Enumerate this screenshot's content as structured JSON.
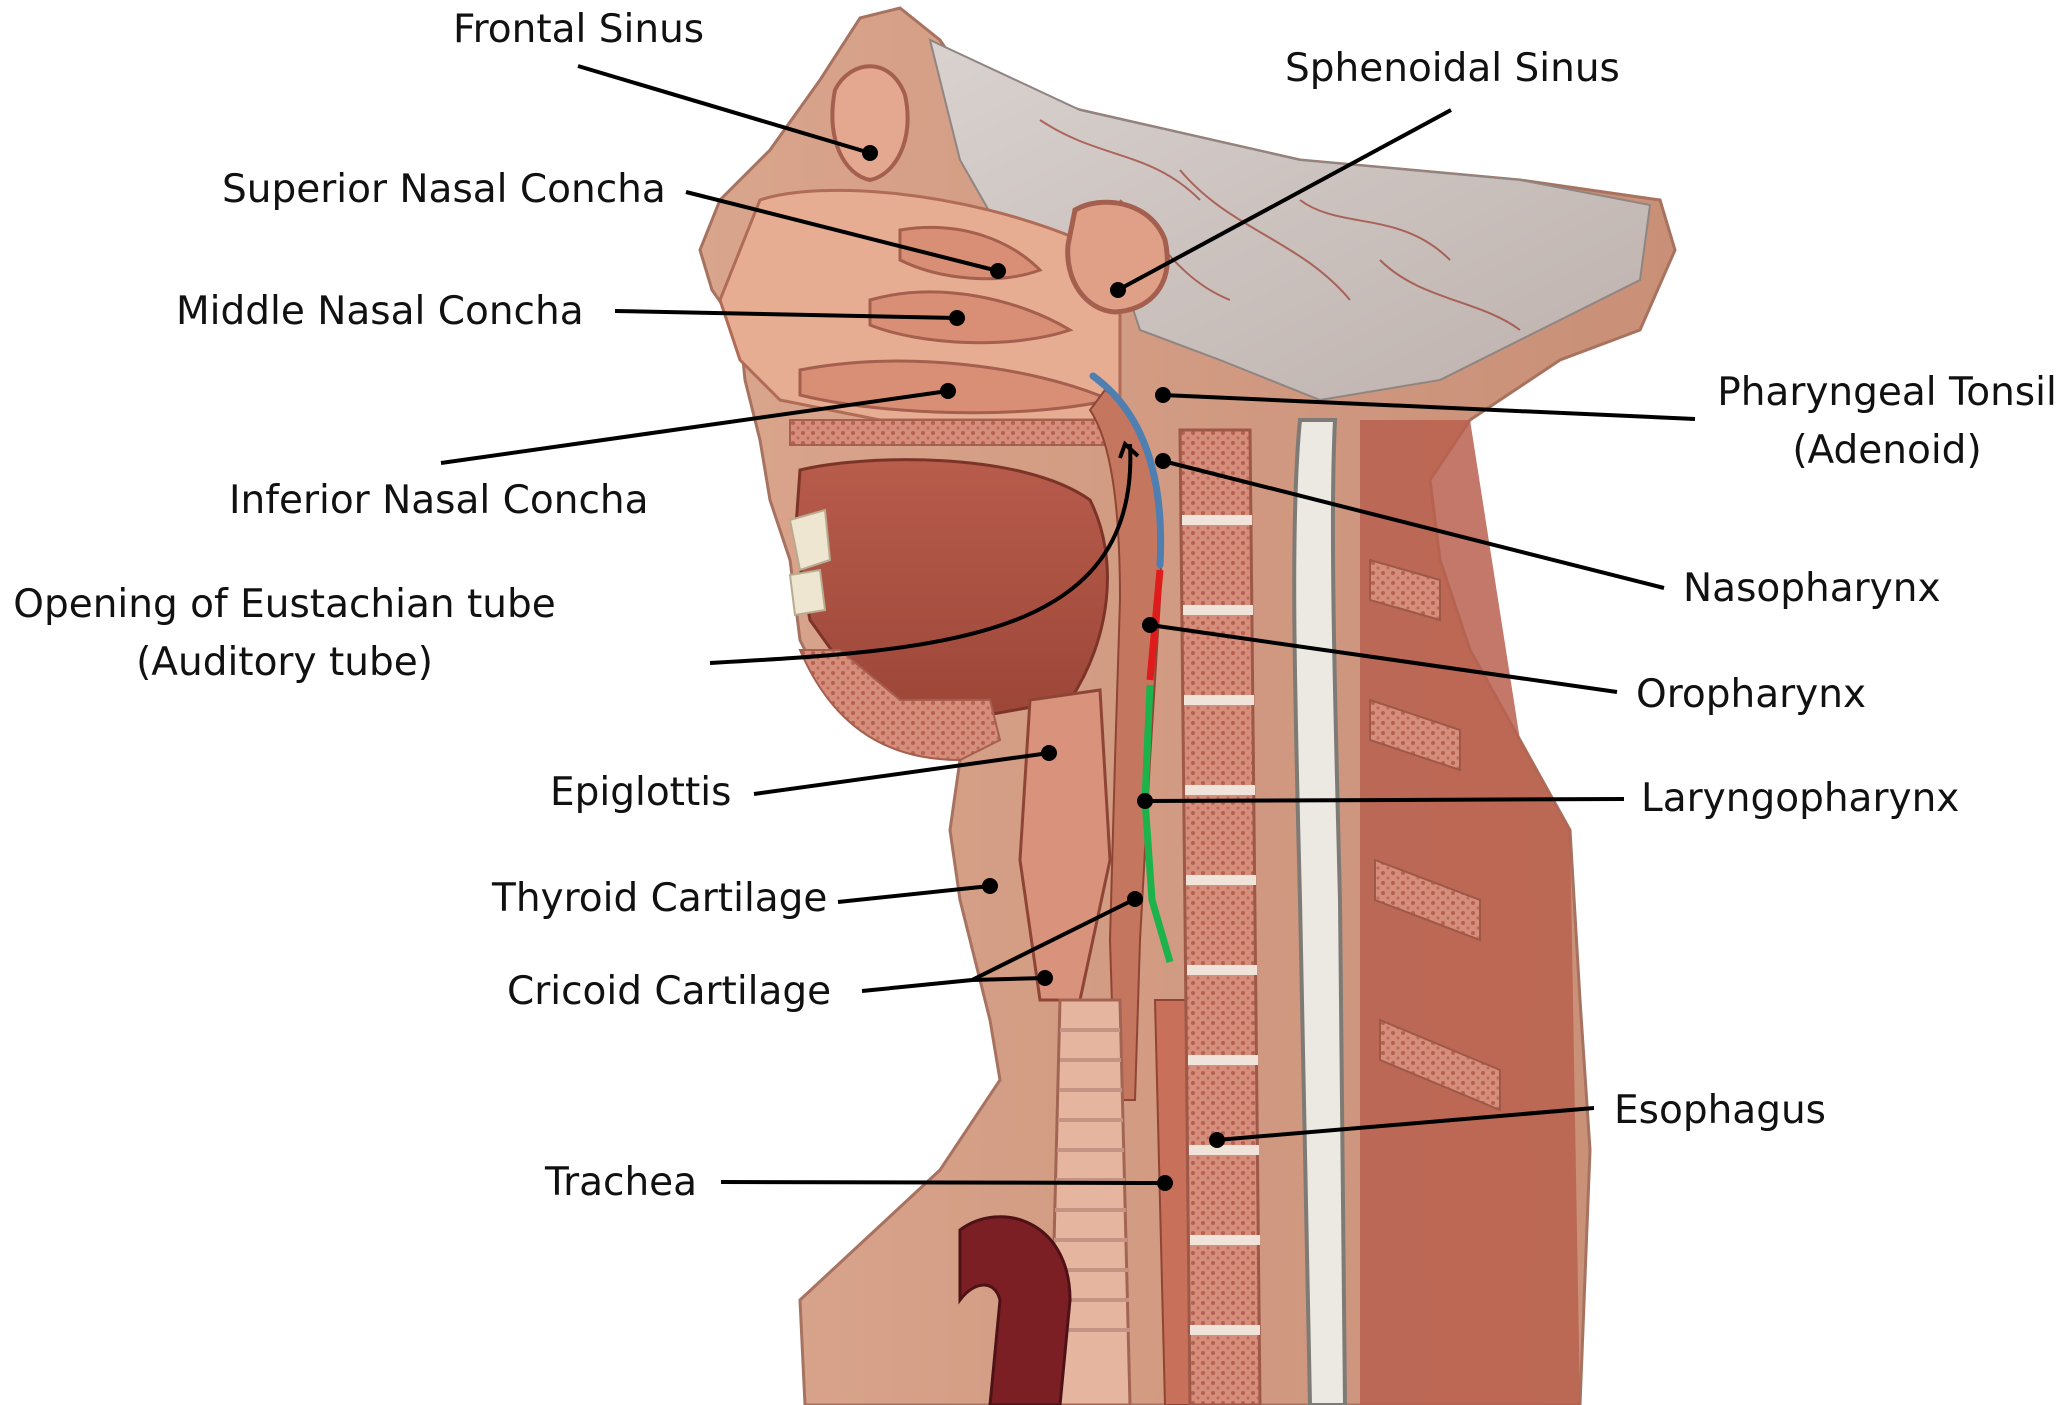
{
  "figure": {
    "leader_color": "#000000",
    "pharynx_colors": {
      "nasopharynx": "#4f7fb0",
      "oropharynx": "#e01b1b",
      "laryngopharynx": "#1bb34a"
    }
  },
  "labels": {
    "frontal_sinus": "Frontal Sinus",
    "sphenoidal_sinus": "Sphenoidal Sinus",
    "superior_nasal_concha": "Superior Nasal Concha",
    "middle_nasal_concha": "Middle Nasal Concha",
    "inferior_nasal_concha": "Inferior Nasal Concha",
    "eustachian_line1": "Opening of Eustachian tube",
    "eustachian_line2": "(Auditory tube)",
    "pharyngeal_tonsil_line1": "Pharyngeal Tonsil",
    "pharyngeal_tonsil_line2": "(Adenoid)",
    "nasopharynx": "Nasopharynx",
    "oropharynx": "Oropharynx",
    "laryngopharynx": "Laryngopharynx",
    "epiglottis": "Epiglottis",
    "thyroid_cartilage": "Thyroid Cartilage",
    "cricoid_cartilage": "Cricoid Cartilage",
    "esophagus": "Esophagus",
    "trachea": "Trachea"
  }
}
